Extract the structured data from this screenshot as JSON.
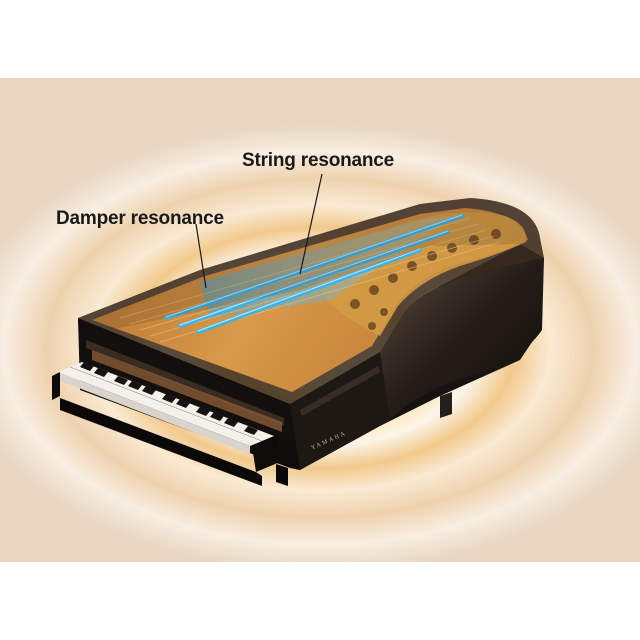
{
  "callouts": {
    "string_resonance": "String resonance",
    "damper_resonance": "Damper resonance"
  },
  "brand": "YAMAHA",
  "colors": {
    "glow_core": "#fff8e6",
    "glow_mid": "#f3c76a",
    "glow_outer": "#e9c9a0",
    "piano_body": "#14110f",
    "soundboard": "#c98a3c",
    "string_highlight": "#36b6f0",
    "frame_gold": "#d7a24a"
  }
}
